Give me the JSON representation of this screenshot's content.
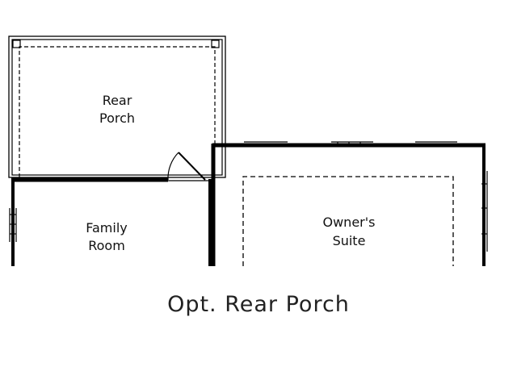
{
  "rooms": {
    "rear_porch": {
      "line1": "Rear",
      "line2": "Porch"
    },
    "family_room": {
      "line1": "Family",
      "line2": "Room"
    },
    "owners_suite": {
      "line1": "Owner's",
      "line2": "Suite"
    }
  },
  "caption": "Opt. Rear Porch",
  "colors": {
    "wall": "#000000",
    "label": "#111111",
    "caption": "#222222",
    "background": "#ffffff"
  }
}
